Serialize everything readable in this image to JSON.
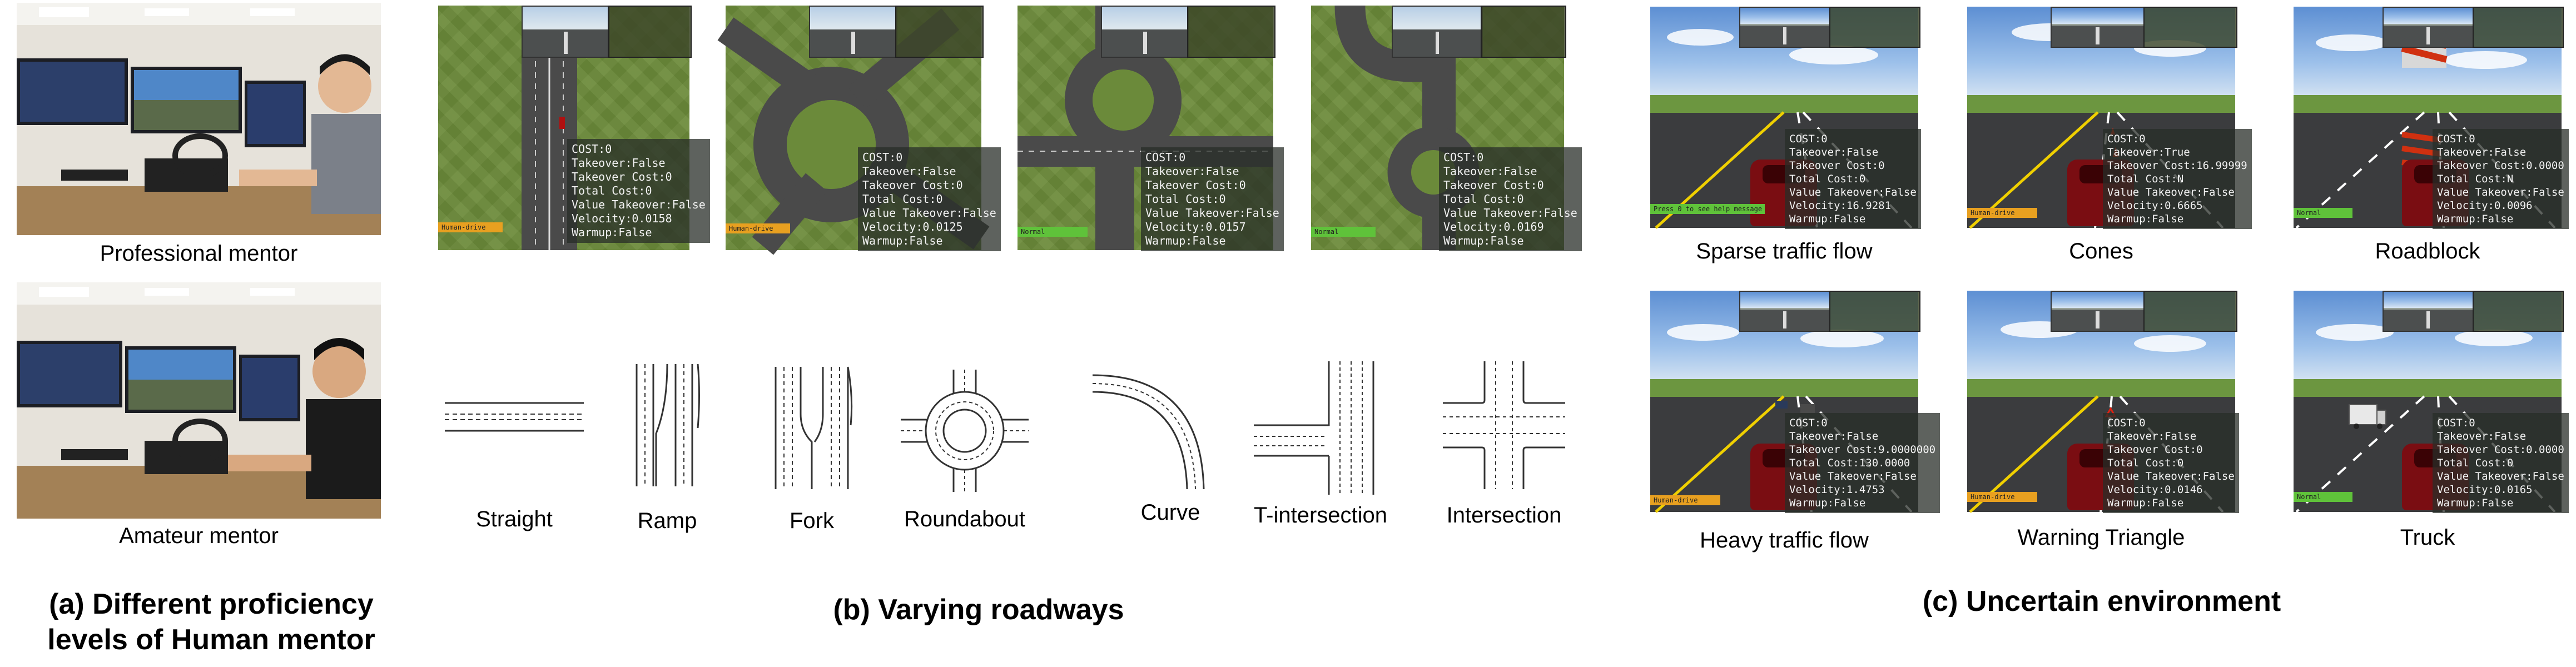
{
  "sections": {
    "a_label": "(a) Different proficiency levels of Human mentor",
    "b_label": "(b) Varying roadways",
    "c_label": "(c) Uncertain environment"
  },
  "mentors": [
    {
      "caption": "Professional mentor"
    },
    {
      "caption": "Amateur mentor"
    }
  ],
  "top_views": [
    {
      "hud": "COST:0\nTakeover:False\nTakeover Cost:0\nTotal Cost:0\nValue Takeover:False\nVelocity:0.0158\nWarmup:False",
      "mode_label": "Human-drive",
      "mode_color": "#e8a020"
    },
    {
      "hud": "COST:0\nTakeover:False\nTakeover Cost:0\nTotal Cost:0\nValue Takeover:False\nVelocity:0.0125\nWarmup:False",
      "mode_label": "Human-drive",
      "mode_color": "#e8a020"
    },
    {
      "hud": "COST:0\nTakeover:False\nTakeover Cost:0\nTotal Cost:0\nValue Takeover:False\nVelocity:0.0157\nWarmup:False",
      "mode_label": "Normal",
      "mode_color": "#5fc23a"
    },
    {
      "hud": "COST:0\nTakeover:False\nTakeover Cost:0\nTotal Cost:0\nValue Takeover:False\nVelocity:0.0169\nWarmup:False",
      "mode_label": "Normal",
      "mode_color": "#5fc23a"
    }
  ],
  "roadways": [
    {
      "icon": "straight-road-icon",
      "label": "Straight"
    },
    {
      "icon": "ramp-road-icon",
      "label": "Ramp"
    },
    {
      "icon": "fork-road-icon",
      "label": "Fork"
    },
    {
      "icon": "roundabout-road-icon",
      "label": "Roundabout"
    },
    {
      "icon": "curve-road-icon",
      "label": "Curve"
    },
    {
      "icon": "t-intersection-road-icon",
      "label": "T-intersection"
    },
    {
      "icon": "intersection-road-icon",
      "label": "Intersection"
    }
  ],
  "environments": [
    {
      "caption": "Sparse traffic flow",
      "hud": "COST:0\nTakeover:False\nTakeover Cost:0\nTotal Cost:0\nValue Takeover:False\nVelocity:16.9281\nWarmup:False",
      "mode_label": "Press 0 to see help message",
      "mode_color": "#5fc23a"
    },
    {
      "caption": "Cones",
      "hud": "COST:0\nTakeover:True\nTakeover Cost:16.99999\nTotal Cost:N\nValue Takeover:False\nVelocity:0.6665\nWarmup:False",
      "mode_label": "Human-drive",
      "mode_color": "#e8a020"
    },
    {
      "caption": "Roadblock",
      "hud": "COST:0\nTakeover:False\nTakeover Cost:0.0000\nTotal Cost:N\nValue Takeover:False\nVelocity:0.0096\nWarmup:False",
      "mode_label": "Normal",
      "mode_color": "#5fc23a"
    },
    {
      "caption": "Heavy traffic flow",
      "hud": "COST:0\nTakeover:False\nTakeover Cost:9.0000000\nTotal Cost:130.0000\nValue Takeover:False\nVelocity:1.4753\nWarmup:False",
      "mode_label": "Human-drive",
      "mode_color": "#e8a020"
    },
    {
      "caption": "Warning Triangle",
      "hud": "COST:0\nTakeover:False\nTakeover Cost:0\nTotal Cost:0\nValue Takeover:False\nVelocity:0.0146\nWarmup:False",
      "mode_label": "Human-drive",
      "mode_color": "#e8a020"
    },
    {
      "caption": "Truck",
      "hud": "COST:0\nTakeover:False\nTakeover Cost:0.0000\nTotal Cost:0\nValue Takeover:False\nVelocity:0.0165\nWarmup:False",
      "mode_label": "Normal",
      "mode_color": "#5fc23a"
    }
  ]
}
